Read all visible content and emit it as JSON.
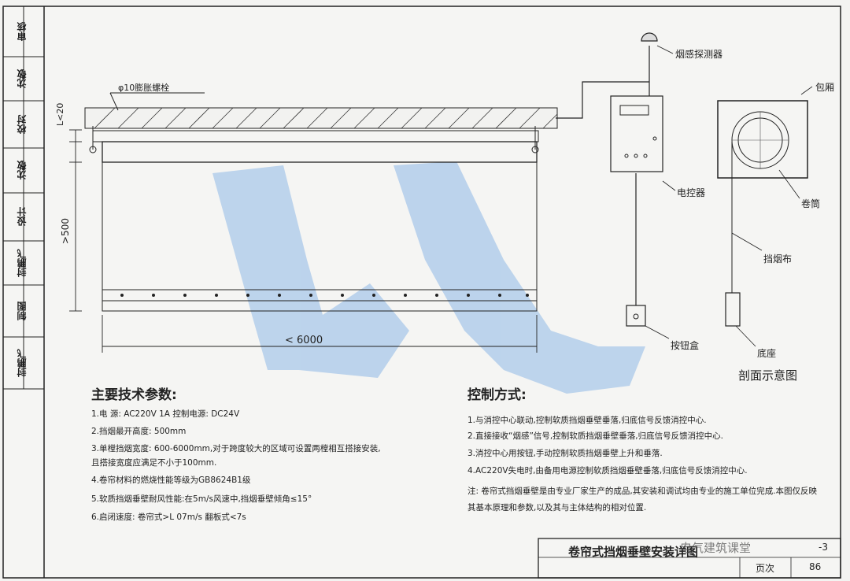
{
  "sidebar": {
    "cells": [
      {
        "role": "审核",
        "sign": "沈敬"
      },
      {
        "role": "校对",
        "sign": "沈敬"
      },
      {
        "role": "设计",
        "sign": "封鹏飞"
      },
      {
        "role": "制图",
        "sign": "封鹏飞"
      }
    ]
  },
  "labels": {
    "bolt": "φ10膨胀螺栓",
    "l20": "L<20",
    "h500": ">500",
    "w6000": "< 6000",
    "detector": "烟感探测器",
    "controller": "电控器",
    "button_box": "按钮盒",
    "wrap_board": "包厢",
    "roller": "卷筒",
    "smoke_cloth": "挡烟布",
    "bottom_bar": "底座",
    "section": "剖面示意图"
  },
  "params": {
    "title": "主要技术参数:",
    "items": [
      "1.电  源:    AC220V    1A          控制电源:  DC24V",
      "2.挡烟最开高度:  500mm",
      "3.单樘挡烟宽度:  600-6000mm,对于跨度较大的区域可设置两樘相互搭接安装,",
      "  且搭接宽度应满足不小于100mm.",
      "4.卷帘材料的燃烧性能等级为GB8624B1级",
      "5.软质挡烟垂壁耐风性能:在5m/s风速中,挡烟垂壁倾角≤15°",
      "6.启闭速度:    卷帘式>L 07m/s      翻板式<7s"
    ]
  },
  "control": {
    "title": "控制方式:",
    "items": [
      "1.与消控中心联动,控制软质挡烟垂壁垂落,归底信号反馈消控中心.",
      "2.直接接收“烟感”信号,控制软质挡烟垂壁垂落,归底信号反馈消控中心.",
      "3.消控中心用按钮,手动控制软质挡烟垂壁上升和垂落.",
      "4.AC220V失电时,由备用电源控制软质挡烟垂壁垂落,归底信号反馈消控中心."
    ],
    "note": "注: 卷帘式挡烟垂壁是由专业厂家生产的成品,其安装和调试均由专业的施工单位完成.本图仅反映其基本原理和参数,以及其与主体结构的相对位置."
  },
  "title_block": {
    "title": "卷帘式挡烟垂壁安装详图",
    "code": "-3",
    "page_label": "页次",
    "page_num": "86"
  },
  "watermark": {
    "text": "电气建筑课堂"
  }
}
